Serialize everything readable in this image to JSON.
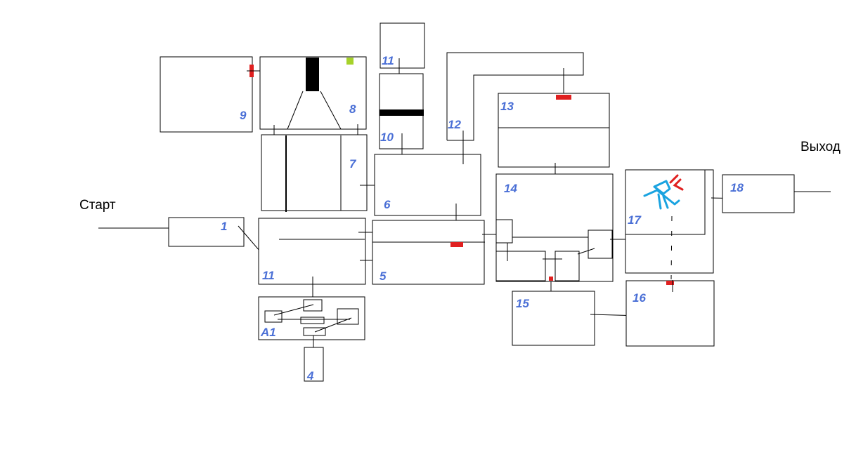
{
  "labels": {
    "start": "Старт",
    "exit": "Выход"
  },
  "rooms": {
    "r1": "1",
    "r4": "4",
    "r5": "5",
    "r6": "6",
    "r7": "7",
    "r8": "8",
    "r9": "9",
    "r10": "10",
    "r11": "11",
    "r11b": "11",
    "r12": "12",
    "r13": "13",
    "r14": "14",
    "r15": "15",
    "r16": "16",
    "r17": "17",
    "r18": "18",
    "rA1": "A1"
  },
  "colors": {
    "room_number": "#4a6fd6",
    "door_marker": "#e02020",
    "green_marker": "#a6d22a",
    "figure": "#1aa3e0",
    "figure_alert": "#e02020"
  }
}
